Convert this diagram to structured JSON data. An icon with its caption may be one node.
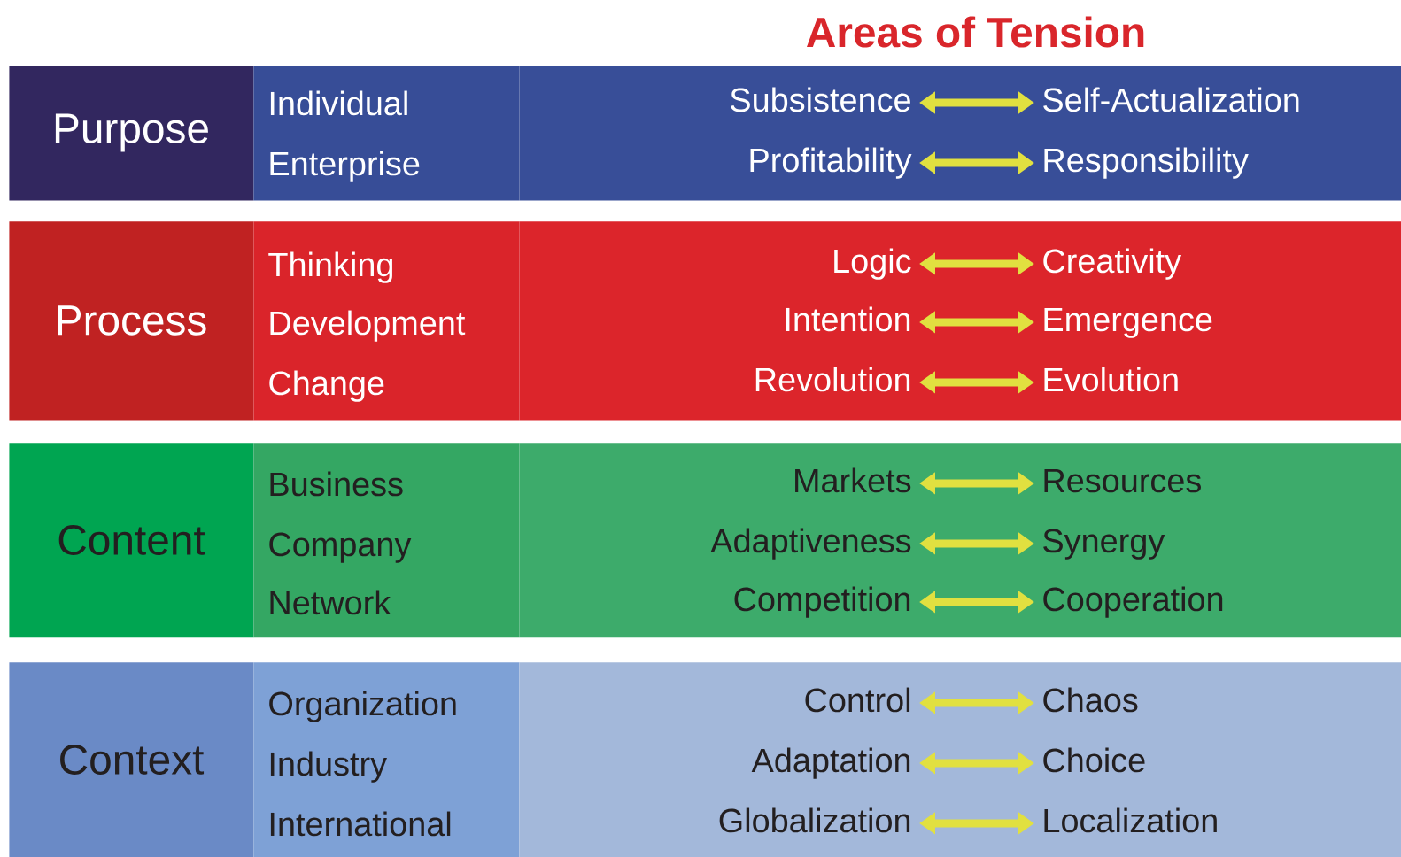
{
  "diagram": {
    "title": "Areas of Tension",
    "nodes": [
      {
        "text": [
          "Purpose"
        ]
      },
      {
        "text": [
          "Individual",
          "Enterprise"
        ]
      },
      {
        "text": [],
        "shape": "box"
      },
      {
        "text": [
          "Subsistence"
        ],
        "in": 2
      },
      {
        "text": [
          "Self-Actualization"
        ],
        "in": 2
      },
      {
        "text": [
          "Profitability"
        ],
        "in": 2
      },
      {
        "text": [
          "Responsibility"
        ],
        "in": 2
      },
      {
        "text": [
          "Process"
        ]
      },
      {
        "text": [
          "Thinking",
          "Development",
          "Change"
        ]
      },
      {
        "text": [],
        "shape": "box"
      },
      {
        "text": [
          "Logic"
        ],
        "in": 9
      },
      {
        "text": [
          "Creativity"
        ],
        "in": 9
      },
      {
        "text": [
          "Intention"
        ],
        "in": 9
      },
      {
        "text": [
          "Emergence"
        ],
        "in": 9
      },
      {
        "text": [
          "Revolution"
        ],
        "in": 9
      },
      {
        "text": [
          "Evolution"
        ],
        "in": 9
      },
      {
        "text": [
          "Content"
        ]
      },
      {
        "text": [
          "Business",
          "Company",
          "Network"
        ]
      },
      {
        "text": [],
        "shape": "box"
      },
      {
        "text": [
          "Markets"
        ],
        "in": 18
      },
      {
        "text": [
          "Resources"
        ],
        "in": 18
      },
      {
        "text": [
          "Adaptiveness"
        ],
        "in": 18
      },
      {
        "text": [
          "Synergy"
        ],
        "in": 18
      },
      {
        "text": [
          "Competition"
        ],
        "in": 18
      },
      {
        "text": [
          "Cooperation"
        ],
        "in": 18
      },
      {
        "text": [
          "Context"
        ]
      },
      {
        "text": [
          "Organization",
          "Industry",
          "International"
        ]
      },
      {
        "text": [],
        "shape": "box"
      },
      {
        "text": [
          "Control"
        ],
        "in": 27
      },
      {
        "text": [
          "Chaos"
        ],
        "in": 27
      },
      {
        "text": [
          "Adaptation"
        ],
        "in": 27
      },
      {
        "text": [
          "Choice"
        ],
        "in": 27
      },
      {
        "text": [
          "Globalization"
        ],
        "in": 27
      },
      {
        "text": [
          "Localization"
        ],
        "in": 27
      }
    ],
    "edges": [
      {
        "from": 3,
        "to": 4,
        "arrow": "both"
      },
      {
        "from": 5,
        "to": 6,
        "arrow": "both"
      },
      {
        "from": 10,
        "to": 11,
        "arrow": "both"
      },
      {
        "from": 12,
        "to": 13,
        "arrow": "both"
      },
      {
        "from": 14,
        "to": 15,
        "arrow": "both"
      },
      {
        "from": 19,
        "to": 20,
        "arrow": "both"
      },
      {
        "from": 21,
        "to": 22,
        "arrow": "both"
      },
      {
        "from": 23,
        "to": 24,
        "arrow": "both"
      },
      {
        "from": 28,
        "to": 29,
        "arrow": "both"
      },
      {
        "from": 30,
        "to": 31,
        "arrow": "both"
      },
      {
        "from": 32,
        "to": 33,
        "arrow": "both"
      }
    ]
  }
}
